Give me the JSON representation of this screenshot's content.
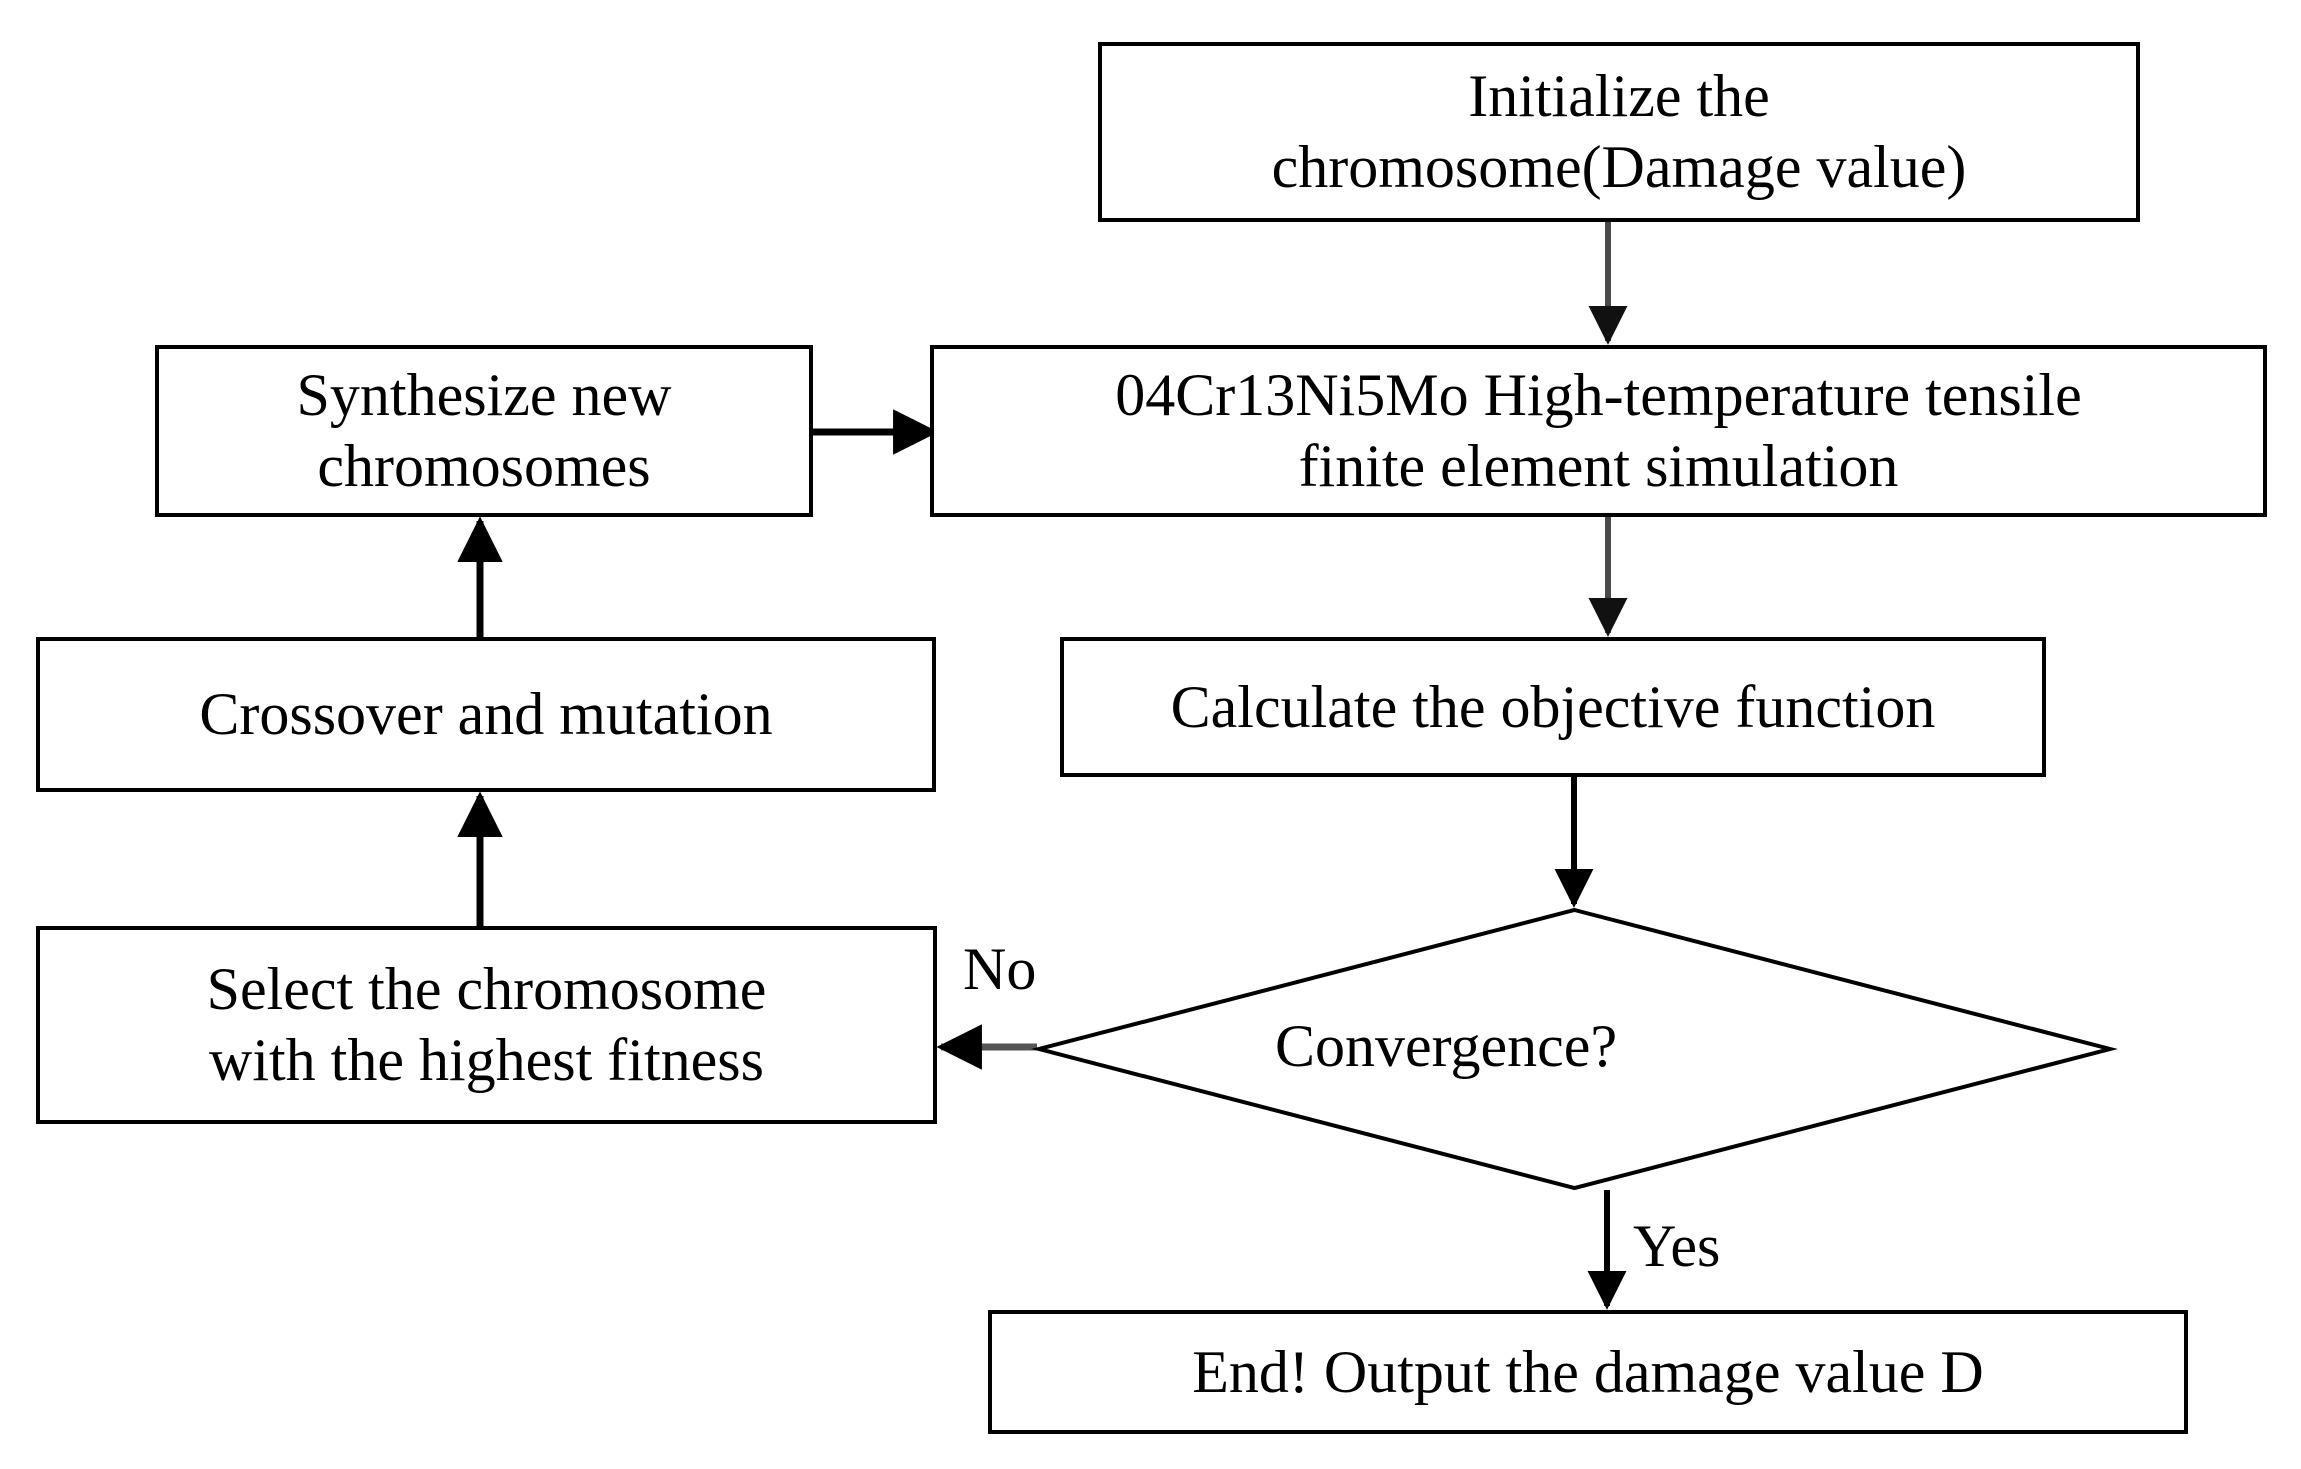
{
  "diagram": {
    "title": "Genetic algorithm flowchart for damage value identification",
    "colors": {
      "stroke": "#000000",
      "fill": "#ffffff",
      "text": "#000000",
      "arrow_gray": "#555555"
    },
    "nodes": {
      "initialize": {
        "shape": "rectangle",
        "label": "Initialize the\nchromosome(Damage value)"
      },
      "simulation": {
        "shape": "rectangle",
        "label": "04Cr13Ni5Mo High-temperature tensile\nfinite element simulation"
      },
      "synthesize": {
        "shape": "rectangle",
        "label": "Synthesize new\nchromosomes"
      },
      "crossover": {
        "shape": "rectangle",
        "label": "Crossover and mutation"
      },
      "select": {
        "shape": "rectangle",
        "label": "Select the chromosome\nwith the highest fitness"
      },
      "objective": {
        "shape": "rectangle",
        "label": "Calculate the objective function"
      },
      "decision": {
        "shape": "diamond",
        "label": "Convergence?"
      },
      "end": {
        "shape": "rectangle",
        "label": "End! Output the damage value D"
      }
    },
    "edge_labels": {
      "no": "No",
      "yes": "Yes"
    },
    "edges": [
      {
        "from": "initialize",
        "to": "simulation",
        "label": ""
      },
      {
        "from": "simulation",
        "to": "objective",
        "label": ""
      },
      {
        "from": "objective",
        "to": "decision",
        "label": ""
      },
      {
        "from": "decision",
        "to": "select",
        "label": "No"
      },
      {
        "from": "decision",
        "to": "end",
        "label": "Yes"
      },
      {
        "from": "select",
        "to": "crossover",
        "label": ""
      },
      {
        "from": "crossover",
        "to": "synthesize",
        "label": ""
      },
      {
        "from": "synthesize",
        "to": "simulation",
        "label": ""
      }
    ]
  }
}
